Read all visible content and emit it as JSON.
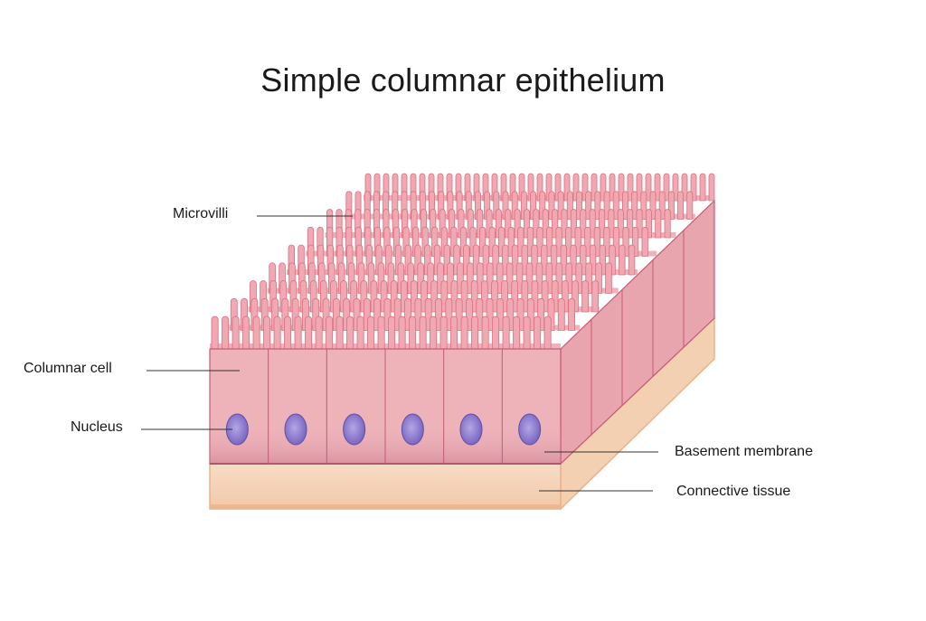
{
  "title": "Simple columnar epithelium",
  "labels": {
    "microvilli": "Microvilli",
    "columnar_cell": "Columnar cell",
    "nucleus": "Nucleus",
    "basement_membrane": "Basement membrane",
    "connective_tissue": "Connective tissue"
  },
  "colors": {
    "cell_front": "#eeb2b9",
    "cell_side": "#e8a5ad",
    "cell_border": "#c45a78",
    "microvilli": "#f0a8b2",
    "microvilli_stroke": "#d9707f",
    "nucleus": "#8b79c9",
    "nucleus_stroke": "#5d4ea6",
    "tissue": "#f5d7bf",
    "tissue_edge": "#eab48a",
    "leader_line": "#333333"
  }
}
